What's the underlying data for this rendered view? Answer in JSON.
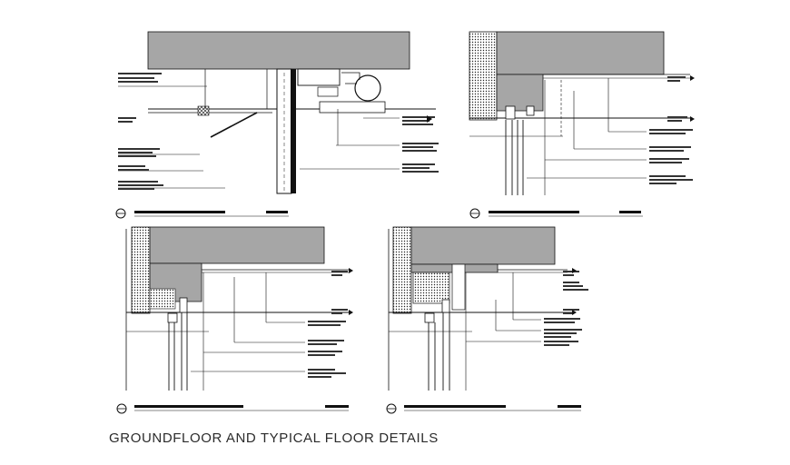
{
  "drawing": {
    "caption": "GROUNDFLOOR AND TYPICAL FLOOR DETAILS"
  },
  "colors": {
    "slab": "#a6a6a6",
    "line": "#111111",
    "hatch": "#333333",
    "background": "#ffffff"
  },
  "details": [
    {
      "id": "detail-1",
      "kind": "groundfloor-ceiling-detail"
    },
    {
      "id": "detail-2",
      "kind": "typical-floor-window-head"
    },
    {
      "id": "detail-3",
      "kind": "groundfloor-window-head"
    },
    {
      "id": "detail-4",
      "kind": "typical-floor-window-head-with-blind"
    }
  ]
}
